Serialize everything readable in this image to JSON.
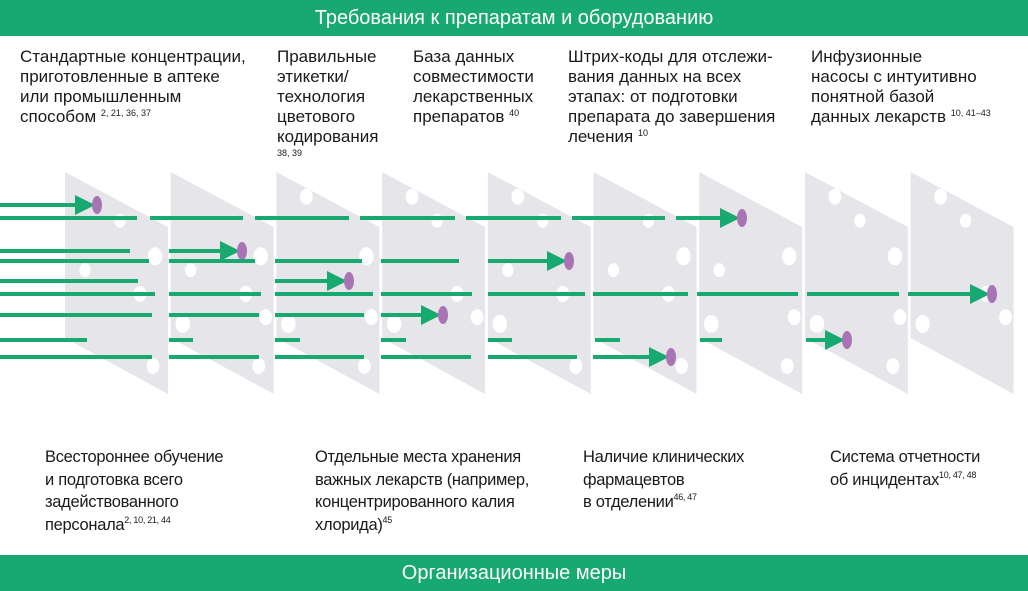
{
  "header": {
    "title": "Требования к препаратам и оборудованию"
  },
  "footer": {
    "title": "Организационные меры"
  },
  "top_items": [
    {
      "lines": [
        "Стандартные концентрации,",
        "приготовленные в аптеке",
        "или промышленным",
        "способом"
      ],
      "refs": "2, 21, 36, 37"
    },
    {
      "lines": [
        "Правильные",
        "этикетки/",
        "технология",
        "цветового",
        "кодирования"
      ],
      "refs": "38, 39"
    },
    {
      "lines": [
        "База данных",
        "совместимости",
        "лекарственных",
        "препаратов"
      ],
      "refs": "40"
    },
    {
      "lines": [
        "Штрих-коды для отслежи-",
        "вания данных на всех",
        "этапах: от подготовки",
        "препарата до завершения",
        "лечения"
      ],
      "refs": "10"
    },
    {
      "lines": [
        "Инфузионные",
        "насосы с интуитивно",
        "понятной базой",
        "данных лекарств"
      ],
      "refs": "10, 41–43"
    }
  ],
  "bottom_items": [
    {
      "lines": [
        "Всестороннее обучение",
        "и подготовка всего",
        "задействованного",
        "персонала"
      ],
      "refs": "2, 10, 21, 44"
    },
    {
      "lines": [
        "Отдельные места хранения",
        "важных лекарств (например,",
        "концентрированного калия",
        "хлорида)"
      ],
      "refs": "45"
    },
    {
      "lines": [
        "Наличие клинических",
        "фармацевтов",
        "в отделении"
      ],
      "refs": "46, 47"
    },
    {
      "lines": [
        "Система отчетности",
        "об инцидентах"
      ],
      "refs": "10, 47, 48"
    }
  ],
  "colors": {
    "green": "#17a970",
    "dot": "#a874b4",
    "slice": "#e4e3e7"
  }
}
